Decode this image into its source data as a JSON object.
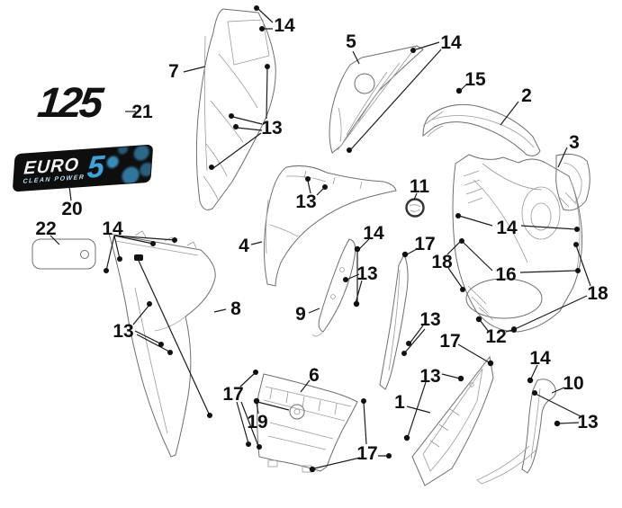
{
  "page": {
    "background": "#ffffff"
  },
  "branding": {
    "model_logo": "125",
    "euro_badge": {
      "name": "EURO",
      "number": "5",
      "tagline": "CLEAN POWER"
    }
  },
  "colors": {
    "badge_background": "#0e0e0e",
    "badge_blue": "#3fa3d9",
    "line_art": "#6f6f6f",
    "label_text": "#111111"
  },
  "callouts": [
    "7",
    "14",
    "13",
    "5",
    "14",
    "15",
    "2",
    "3",
    "11",
    "21",
    "20",
    "22",
    "14",
    "13",
    "4",
    "8",
    "13",
    "9",
    "14",
    "13",
    "17",
    "14",
    "16",
    "18",
    "18",
    "12",
    "17",
    "13",
    "1",
    "13",
    "6",
    "17",
    "19",
    "17",
    "14",
    "10",
    "13"
  ]
}
